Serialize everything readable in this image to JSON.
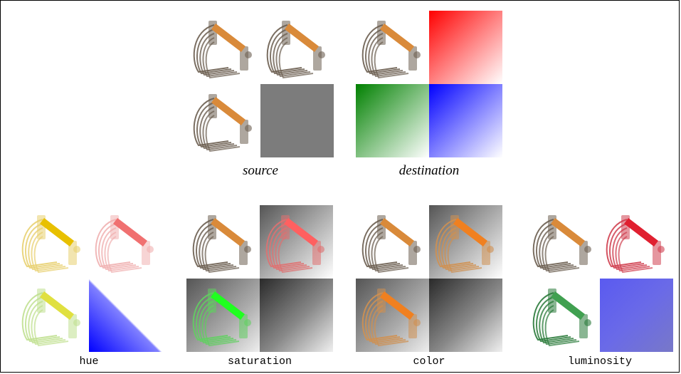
{
  "captions": {
    "source": "source",
    "destination": "destination",
    "hue": "hue",
    "saturation": "saturation",
    "color": "color",
    "luminosity": "luminosity"
  },
  "colors": {
    "handle": "#d98a3a",
    "wire": "#8a7d6e",
    "gray": "#7c7c7c",
    "red": "#ff0000",
    "green": "#008000",
    "blue": "#0000ff",
    "luminosity_blue": "#6e6ef0"
  }
}
